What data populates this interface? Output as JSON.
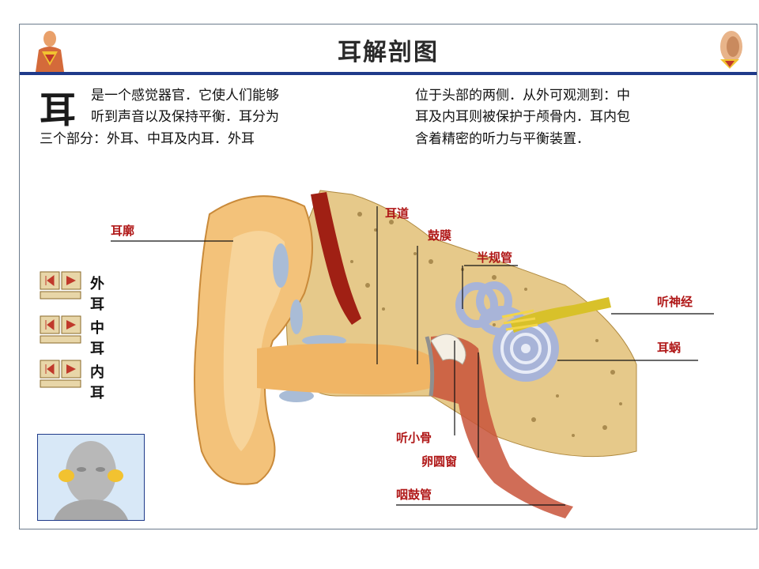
{
  "page": {
    "title": "耳解剖图"
  },
  "intro": {
    "big_char": "耳",
    "left_line1": "是一个感觉器官．它使人们能够",
    "left_line2": "听到声音以及保持平衡．耳分为",
    "left_line3": "三个部分：外耳、中耳及内耳．外耳",
    "right_line1": "位于头部的两侧．从外可观测到：中",
    "right_line2": "耳及内耳则被保护于颅骨内．耳内包",
    "right_line3": "含着精密的听力与平衡装置．"
  },
  "nav": [
    {
      "label": "外耳"
    },
    {
      "label": "中耳"
    },
    {
      "label": "内耳"
    }
  ],
  "labels": {
    "auricle": "耳廓",
    "ear_canal": "耳道",
    "eardrum": "鼓膜",
    "semicircular": "半规管",
    "auditory_nerve": "听神经",
    "cochlea": "耳蜗",
    "ossicles": "听小骨",
    "oval_window": "卵圆窗",
    "eustachian": "咽鼓管"
  },
  "icons": {
    "header_left": "anatomy-body-icon",
    "header_right": "ear-icon",
    "nav_buttons": "play-buttons-icon"
  },
  "colors": {
    "frame_border": "#6b7b8c",
    "header_rule": "#1f3a8a",
    "label_red": "#b01818",
    "skin": "#f3c27a",
    "bone": "#e6c98a",
    "cochlea": "#a8b4d8"
  }
}
